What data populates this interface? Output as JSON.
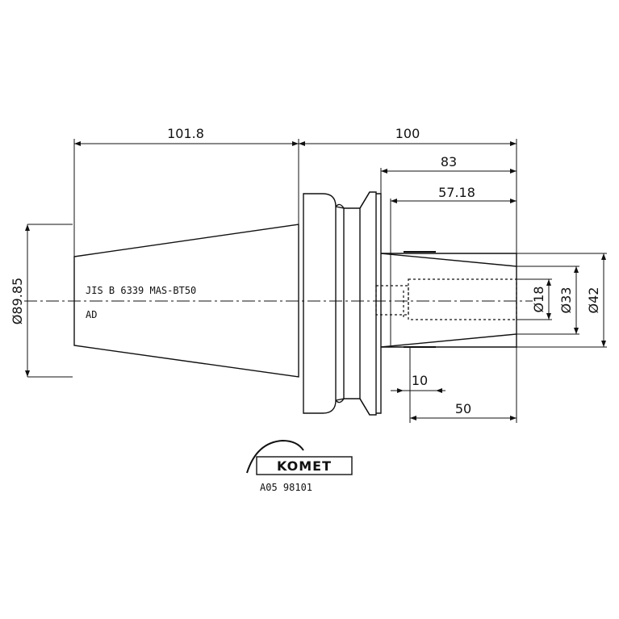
{
  "dimensions": {
    "overall_left": "101.8",
    "overall_right": "100",
    "length_83": "83",
    "length_57": "57.18",
    "length_10": "10",
    "length_50": "50",
    "diameter_flange": "Ø89.85",
    "diameter_18": "Ø18",
    "diameter_33": "Ø33",
    "diameter_42": "Ø42"
  },
  "notes": {
    "standard": "JIS B 6339 MAS-BT50",
    "form": "AD"
  },
  "logo": {
    "brand": "KOMET",
    "code": "A05 98101"
  }
}
